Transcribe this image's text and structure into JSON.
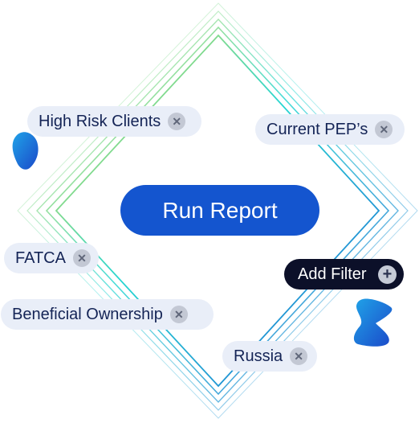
{
  "actions": {
    "run_report_label": "Run Report",
    "add_filter_label": "Add Filter",
    "add_filter_icon": "plus-icon"
  },
  "filters": [
    {
      "label": "High Risk Clients",
      "remove_icon": "close-icon"
    },
    {
      "label": "Current PEP’s",
      "remove_icon": "close-icon"
    },
    {
      "label": "FATCA",
      "remove_icon": "close-icon"
    },
    {
      "label": "Beneficial Ownership",
      "remove_icon": "close-icon"
    },
    {
      "label": "Russia",
      "remove_icon": "close-icon"
    }
  ],
  "colors": {
    "primary_button": "#1455cf",
    "chip_background": "#e9eef8",
    "chip_text": "#142456",
    "add_filter_background": "#0c1029",
    "accent_gradient": [
      "#f2e03a",
      "#1ed6e0",
      "#1e63d6"
    ]
  }
}
